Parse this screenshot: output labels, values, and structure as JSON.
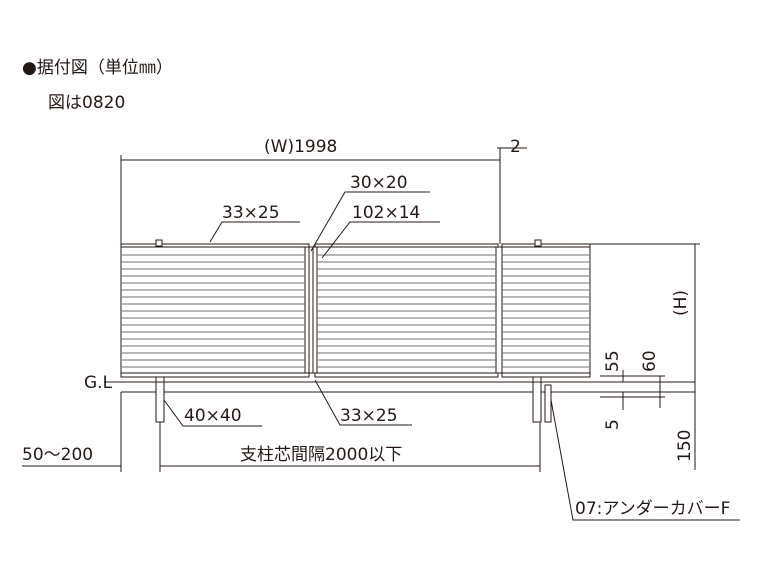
{
  "header": {
    "title": "●据付図（単位㎜）",
    "subtitle": "図は0820"
  },
  "dimensions": {
    "width": "(W)1998",
    "gap": "2",
    "rail_top": "33×25",
    "mullion": "30×20",
    "slat": "102×14",
    "rail_bottom": "33×25",
    "post": "40×40",
    "height": "(H)",
    "d55": "55",
    "d60": "60",
    "d5": "5",
    "d150": "150",
    "post_pitch": "支柱芯間隔2000以下",
    "range": "50～200"
  },
  "labels": {
    "ground": "G.L",
    "cover": "07:アンダーカバーF"
  },
  "colors": {
    "line": "#231815",
    "slat": "#6e6e6e"
  }
}
